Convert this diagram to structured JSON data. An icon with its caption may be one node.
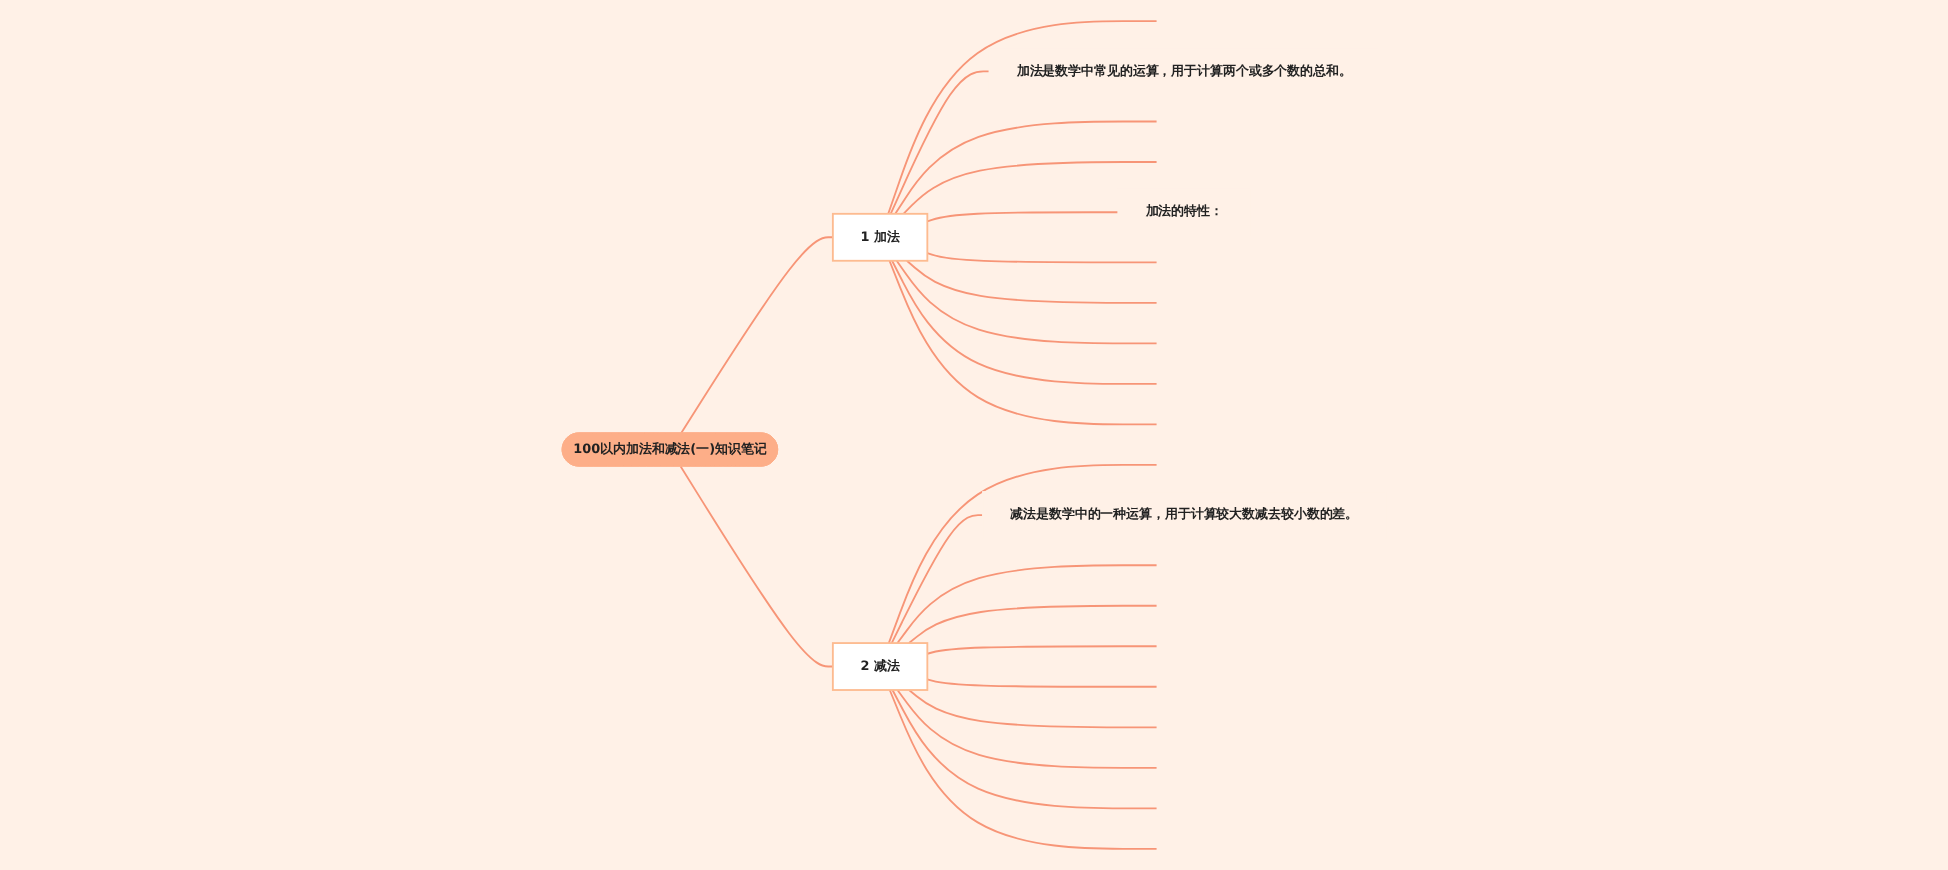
{
  "diagram": {
    "nodes": [
      {
        "text": [
          "100以内加法和减法(一)知识笔记"
        ]
      },
      {
        "text": [
          "1",
          "加法"
        ]
      },
      {
        "text": [
          "2",
          "减法"
        ]
      },
      {
        "text": [
          "加法是数学中常见的运算，用于计算两个或多个数的总和。"
        ]
      },
      {
        "text": [
          "加法的特性："
        ]
      },
      {
        "text": [
          "减法是数学中的一种运算，用于计算较大数减去较小数的差。"
        ]
      }
    ],
    "edges": [
      {
        "from": 0,
        "to": 1,
        "arrow": "none"
      },
      {
        "from": 0,
        "to": 2,
        "arrow": "none"
      },
      {
        "from": 1,
        "to": null,
        "arrow": "none"
      },
      {
        "from": 1,
        "to": 3,
        "arrow": "none"
      },
      {
        "from": 1,
        "to": null,
        "arrow": "none"
      },
      {
        "from": 1,
        "to": null,
        "arrow": "none"
      },
      {
        "from": 1,
        "to": 4,
        "arrow": "none"
      },
      {
        "from": 1,
        "to": null,
        "arrow": "none"
      },
      {
        "from": 1,
        "to": null,
        "arrow": "none"
      },
      {
        "from": 1,
        "to": null,
        "arrow": "none"
      },
      {
        "from": 1,
        "to": null,
        "arrow": "none"
      },
      {
        "from": 1,
        "to": null,
        "arrow": "none"
      },
      {
        "from": 2,
        "to": null,
        "arrow": "none"
      },
      {
        "from": 2,
        "to": 5,
        "arrow": "none"
      },
      {
        "from": 2,
        "to": null,
        "arrow": "none"
      },
      {
        "from": 2,
        "to": null,
        "arrow": "none"
      },
      {
        "from": 2,
        "to": null,
        "arrow": "none"
      },
      {
        "from": 2,
        "to": null,
        "arrow": "none"
      },
      {
        "from": 2,
        "to": null,
        "arrow": "none"
      },
      {
        "from": 2,
        "to": null,
        "arrow": "none"
      },
      {
        "from": 2,
        "to": null,
        "arrow": "none"
      },
      {
        "from": 2,
        "to": null,
        "arrow": "none"
      }
    ]
  }
}
